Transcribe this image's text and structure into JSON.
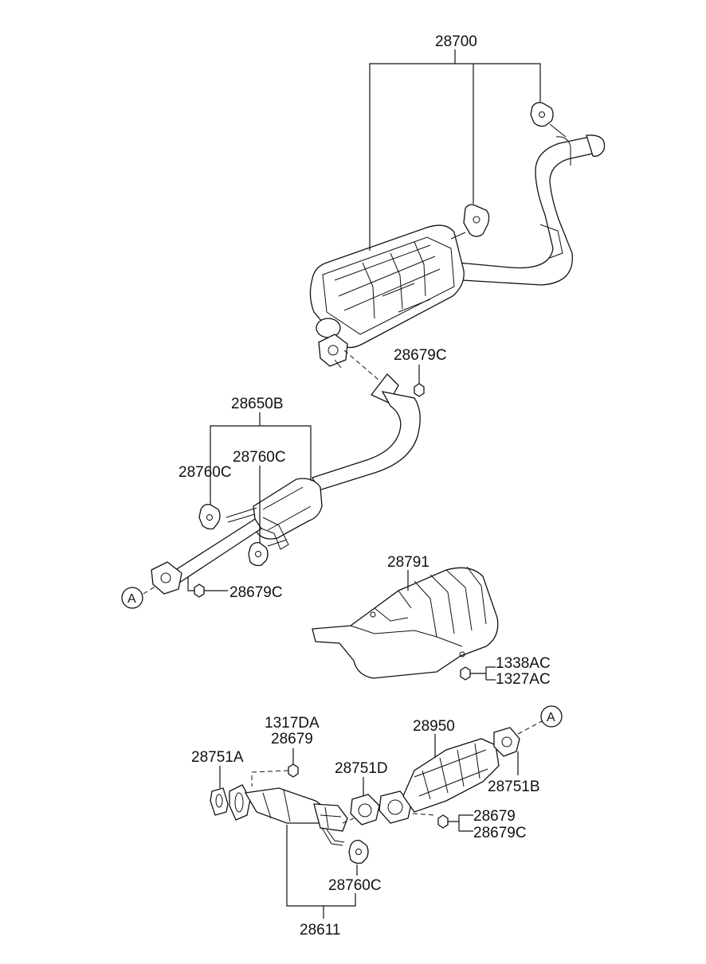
{
  "labels": {
    "muffler_assy": "28700",
    "nut_upper": "28679C",
    "center_pipe": "28650B",
    "hanger_center_right": "28760C",
    "hanger_center_left": "28760C",
    "nut_center": "28679C",
    "heat_protector": "28791",
    "bolt_1": "1338AC",
    "bolt_2": "1327AC",
    "stud_1": "1317DA",
    "stud_2": "28679",
    "gasket_front": "28751A",
    "gasket_mid": "28751D",
    "converter": "28950",
    "gasket_rear": "28751B",
    "nut_lower_1": "28679",
    "nut_lower_2": "28679C",
    "hanger_front": "28760C",
    "front_pipe": "28611",
    "callout_a_1": "A",
    "callout_a_2": "A"
  }
}
